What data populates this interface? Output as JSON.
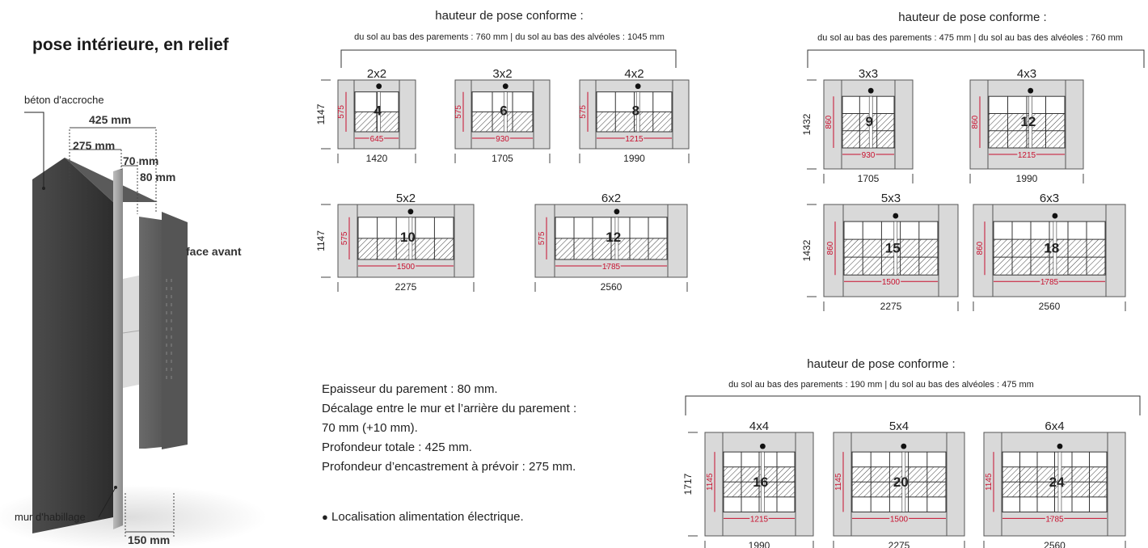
{
  "left": {
    "title": "pose intérieure, en relief",
    "labels": {
      "beton": "béton d'accroche",
      "face": "face avant",
      "mur": "mur d'habillage"
    },
    "dims": {
      "d425": "425 mm",
      "d275": "275 mm",
      "d70": "70 mm",
      "d80": "80 mm",
      "d150": "150 mm"
    }
  },
  "groups": {
    "g1": {
      "heading": "hauteur de pose conforme :",
      "sub": "du sol au bas des parements : 760 mm | du sol au bas des alvéoles : 1045 mm"
    },
    "g2": {
      "heading": "hauteur de pose conforme :",
      "sub": "du sol au bas des parements : 475 mm | du sol au bas des alvéoles : 760 mm"
    },
    "g3": {
      "heading": "hauteur de pose conforme :",
      "sub": "du sol au bas des parements : 190 mm | du sol au bas des alvéoles : 475 mm"
    }
  },
  "description": {
    "l1": "Epaisseur du parement : 80 mm.",
    "l2": "Décalage entre le mur et l’arrière du parement :",
    "l3": "70 mm (+10 mm).",
    "l4": "Profondeur totale : 425 mm.",
    "l5": "Profondeur d’encastrement à prévoir : 275 mm.",
    "note": "Localisation alimentation électrique."
  },
  "units": [
    {
      "label": "2x2",
      "count": "4",
      "width": "1420",
      "height": "1147",
      "inner": "645",
      "red": "575",
      "cols": 2,
      "rows": 2
    },
    {
      "label": "3x2",
      "count": "6",
      "width": "1705",
      "height": "",
      "inner": "930",
      "red": "575",
      "cols": 3,
      "rows": 2
    },
    {
      "label": "4x2",
      "count": "8",
      "width": "1990",
      "height": "",
      "inner": "1215",
      "red": "575",
      "cols": 4,
      "rows": 2
    },
    {
      "label": "5x2",
      "count": "10",
      "width": "2275",
      "height": "1147",
      "inner": "1500",
      "red": "575",
      "cols": 5,
      "rows": 2
    },
    {
      "label": "6x2",
      "count": "12",
      "width": "2560",
      "height": "",
      "inner": "1785",
      "red": "575",
      "cols": 6,
      "rows": 2
    },
    {
      "label": "3x3",
      "count": "9",
      "width": "1705",
      "height": "1432",
      "inner": "930",
      "red": "860",
      "cols": 3,
      "rows": 3
    },
    {
      "label": "4x3",
      "count": "12",
      "width": "1990",
      "height": "",
      "inner": "1215",
      "red": "860",
      "cols": 4,
      "rows": 3
    },
    {
      "label": "5x3",
      "count": "15",
      "width": "2275",
      "height": "1432",
      "inner": "1500",
      "red": "860",
      "cols": 5,
      "rows": 3
    },
    {
      "label": "6x3",
      "count": "18",
      "width": "2560",
      "height": "",
      "inner": "1785",
      "red": "860",
      "cols": 6,
      "rows": 3
    },
    {
      "label": "4x4",
      "count": "16",
      "width": "1990",
      "height": "1717",
      "inner": "1215",
      "red": "1145",
      "cols": 4,
      "rows": 4
    },
    {
      "label": "5x4",
      "count": "20",
      "width": "2275",
      "height": "",
      "inner": "1500",
      "red": "1145",
      "cols": 5,
      "rows": 4
    },
    {
      "label": "6x4",
      "count": "24",
      "width": "2560",
      "height": "",
      "inner": "1785",
      "red": "1145",
      "cols": 6,
      "rows": 4
    }
  ]
}
